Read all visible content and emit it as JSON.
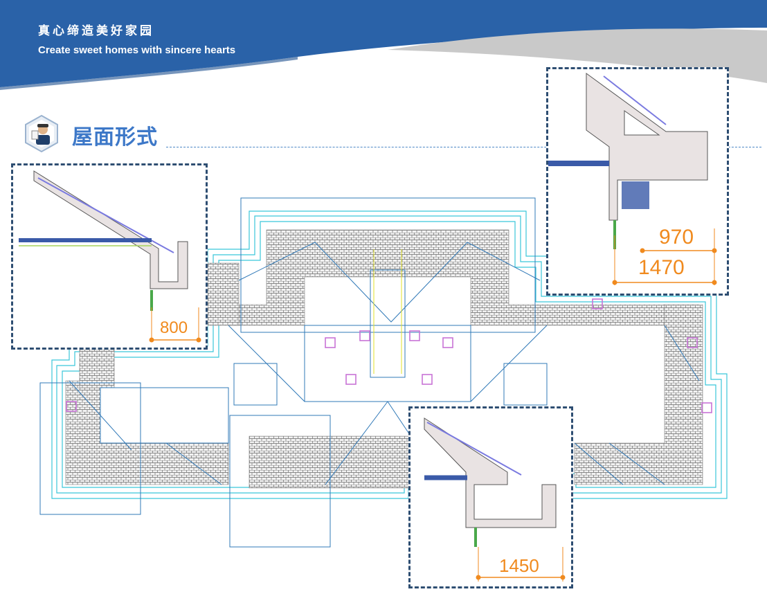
{
  "header": {
    "slogan_cn": "真心缔造美好家园",
    "slogan_en": "Create sweet homes with sincere hearts"
  },
  "section": {
    "title": "屋面形式",
    "icon": "engineer-avatar-icon"
  },
  "details": {
    "left": {
      "dimension": "800"
    },
    "top_right": {
      "dimension_inner": "970",
      "dimension_outer": "1470"
    },
    "bottom": {
      "dimension": "1450"
    }
  },
  "colors": {
    "banner_blue": "#2a62a8",
    "title_blue": "#3d78c8",
    "dimension_orange": "#f08a1e",
    "frame_dashed": "#2e4e72",
    "plan_cyan": "#39c6d9"
  }
}
